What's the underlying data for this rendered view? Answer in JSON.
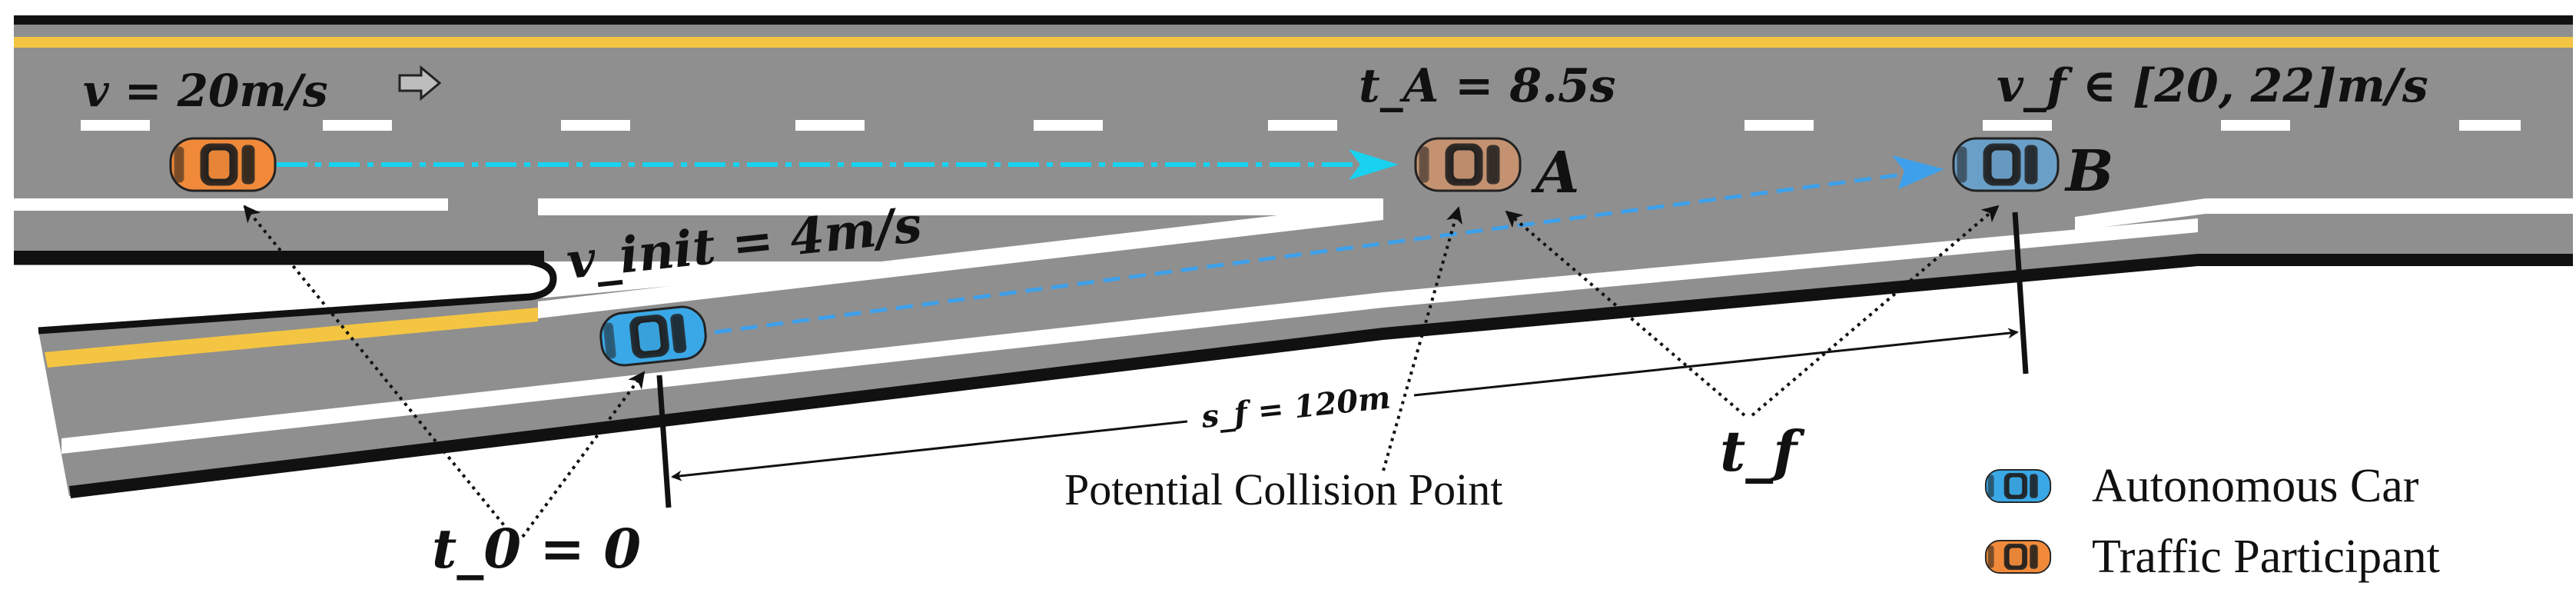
{
  "colors": {
    "road": "#8f8f8f",
    "road_edge": "#111111",
    "lane_white": "#ffffff",
    "lane_yellow": "#f4c542",
    "autonomous_car": "#3aa8e6",
    "traffic_car": "#f08a3a",
    "ghost_car_a": "#c49270",
    "ghost_car_b": "#6aa0c8",
    "traffic_path": "#18d2f0",
    "ego_path": "#3ea0ea"
  },
  "annotations": {
    "traffic_speed": "v = 20m/s",
    "ego_init_speed": "v_init = 4m/s",
    "time_a": "t_A = 8.5s",
    "final_speed": "v_f ∈ [20, 22]m/s",
    "point_a": "A",
    "point_b": "B",
    "distance": "s_f = 120m",
    "collision": "Potential Collision Point",
    "t0": "t_0 = 0",
    "tf": "t_f"
  },
  "legend": {
    "autonomous": "Autonomous Car",
    "traffic": "Traffic Participant"
  },
  "icons": {
    "direction": "hollow-right-arrow-icon"
  }
}
